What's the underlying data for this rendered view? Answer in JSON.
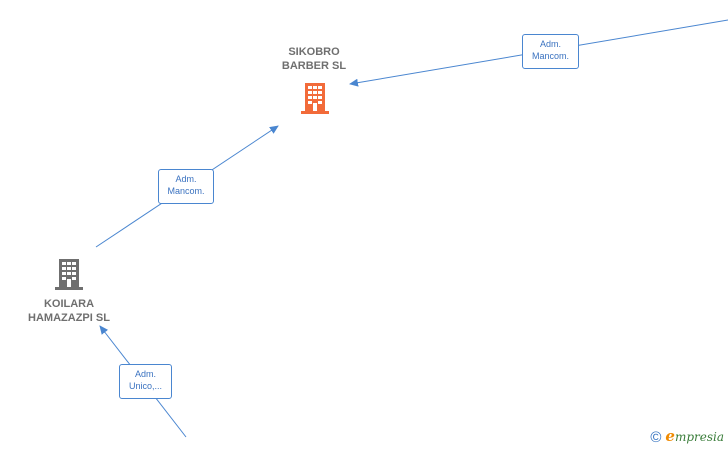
{
  "nodes": {
    "sikobro": {
      "line1": "SIKOBRO",
      "line2": "BARBER  SL",
      "icon": "building-icon",
      "color": "#f26b3a"
    },
    "koilara": {
      "line1": "KOILARA",
      "line2": "HAMAZAZPI  SL",
      "icon": "building-icon",
      "color": "#6f6f6f"
    }
  },
  "edges": {
    "top_right": {
      "line1": "Adm.",
      "line2": "Mancom."
    },
    "middle": {
      "line1": "Adm.",
      "line2": "Mancom."
    },
    "bottom": {
      "line1": "Adm.",
      "line2": "Unico,..."
    }
  },
  "brand": {
    "copyright": "©",
    "e": "e",
    "rest": "mpresia"
  },
  "colors": {
    "edge": "#4a86d0"
  }
}
